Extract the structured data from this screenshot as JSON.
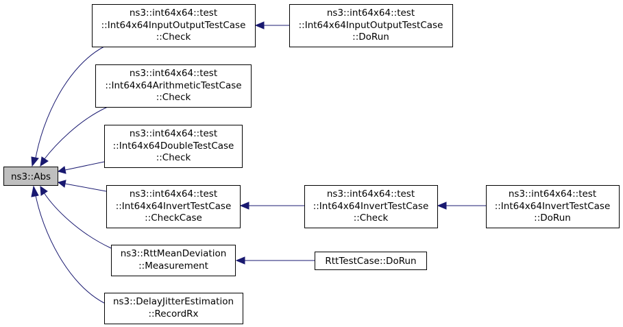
{
  "colors": {
    "edge": "#191970",
    "root_fill": "#bfbfbf",
    "node_fill": "#ffffff",
    "node_border": "#000000"
  },
  "nodes": {
    "abs": {
      "lines": [
        "ns3::Abs"
      ]
    },
    "io_check": {
      "lines": [
        "ns3::int64x64::test",
        "::Int64x64InputOutputTestCase",
        "::Check"
      ]
    },
    "io_dorun": {
      "lines": [
        "ns3::int64x64::test",
        "::Int64x64InputOutputTestCase",
        "::DoRun"
      ]
    },
    "arith_check": {
      "lines": [
        "ns3::int64x64::test",
        "::Int64x64ArithmeticTestCase",
        "::Check"
      ]
    },
    "double_check": {
      "lines": [
        "ns3::int64x64::test",
        "::Int64x64DoubleTestCase",
        "::Check"
      ]
    },
    "invert_checkcase": {
      "lines": [
        "ns3::int64x64::test",
        "::Int64x64InvertTestCase",
        "::CheckCase"
      ]
    },
    "invert_check": {
      "lines": [
        "ns3::int64x64::test",
        "::Int64x64InvertTestCase",
        "::Check"
      ]
    },
    "invert_dorun": {
      "lines": [
        "ns3::int64x64::test",
        "::Int64x64InvertTestCase",
        "::DoRun"
      ]
    },
    "rtt_measurement": {
      "lines": [
        "ns3::RttMeanDeviation",
        "::Measurement"
      ]
    },
    "rtt_dorun": {
      "lines": [
        "RttTestCase::DoRun"
      ]
    },
    "delay_recordrx": {
      "lines": [
        "ns3::DelayJitterEstimation",
        "::RecordRx"
      ]
    }
  },
  "edges": [
    {
      "from": "io_check",
      "to": "abs"
    },
    {
      "from": "arith_check",
      "to": "abs"
    },
    {
      "from": "double_check",
      "to": "abs"
    },
    {
      "from": "invert_checkcase",
      "to": "abs"
    },
    {
      "from": "rtt_measurement",
      "to": "abs"
    },
    {
      "from": "delay_recordrx",
      "to": "abs"
    },
    {
      "from": "io_dorun",
      "to": "io_check"
    },
    {
      "from": "invert_check",
      "to": "invert_checkcase"
    },
    {
      "from": "invert_dorun",
      "to": "invert_check"
    },
    {
      "from": "rtt_dorun",
      "to": "rtt_measurement"
    }
  ]
}
